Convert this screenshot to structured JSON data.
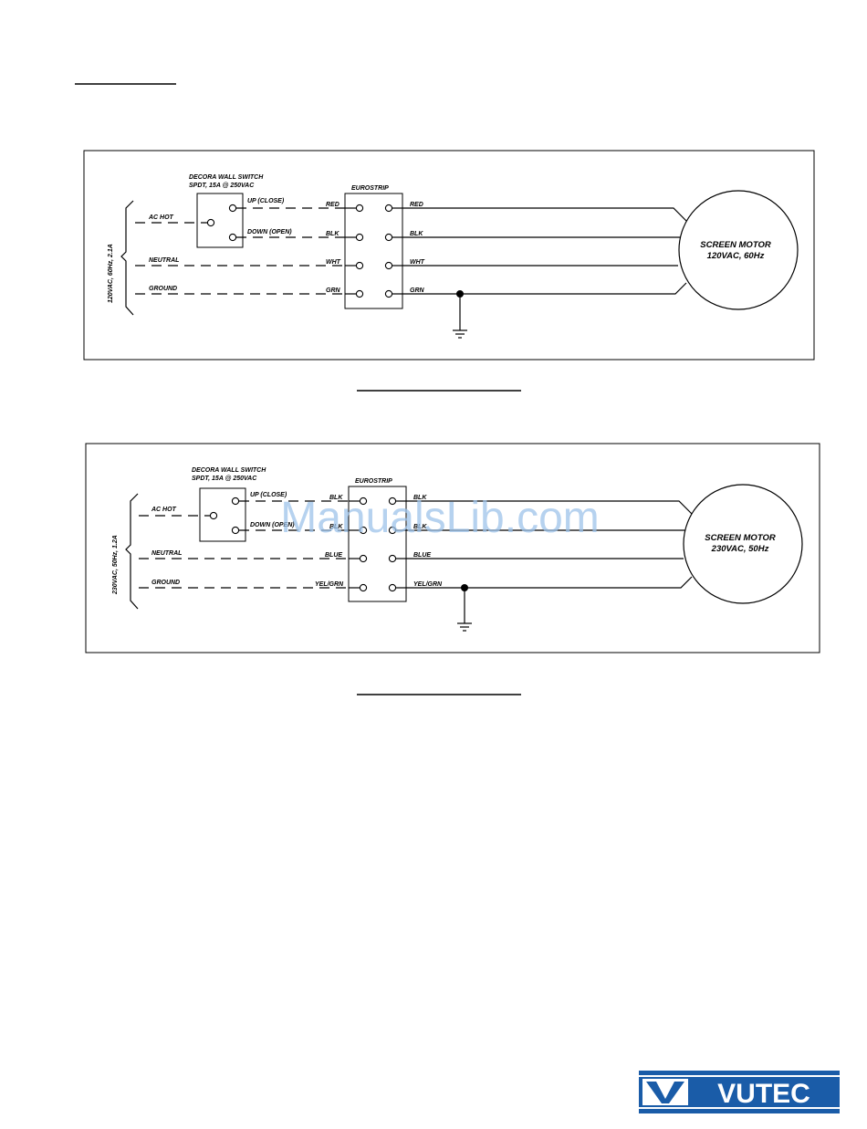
{
  "diagram_1": {
    "switch_label_1": "DECORA WALL SWITCH",
    "switch_label_2": "SPDT, 15A @ 250VAC",
    "switch_up": "UP (CLOSE)",
    "switch_down": "DOWN (OPEN)",
    "strip_label": "EUROSTRIP",
    "supply_rating": "120VAC, 60Hz, 2.1A",
    "line_ac_hot": "AC HOT",
    "line_neutral": "NEUTRAL",
    "line_ground": "GROUND",
    "strip_left": [
      "RED",
      "BLK",
      "WHT",
      "GRN"
    ],
    "strip_right": [
      "RED",
      "BLK",
      "WHT",
      "GRN"
    ],
    "motor_line_1": "SCREEN MOTOR",
    "motor_line_2": "120VAC, 60Hz"
  },
  "diagram_2": {
    "switch_label_1": "DECORA WALL SWITCH",
    "switch_label_2": "SPDT, 15A @ 250VAC",
    "switch_up": "UP (CLOSE)",
    "switch_down": "DOWN (OPEN)",
    "strip_label": "EUROSTRIP",
    "supply_rating": "230VAC, 50Hz, 1.2A",
    "line_ac_hot": "AC HOT",
    "line_neutral": "NEUTRAL",
    "line_ground": "GROUND",
    "strip_left": [
      "BLK",
      "BLK",
      "BLUE",
      "YEL/GRN"
    ],
    "strip_right": [
      "BLK",
      "BLK",
      "BLUE",
      "YEL/GRN"
    ],
    "motor_line_1": "SCREEN MOTOR",
    "motor_line_2": "230VAC, 50Hz"
  },
  "watermark": "ManualsLib.com",
  "logo": {
    "text": "VUTEC",
    "color": "#1a5ca8"
  }
}
